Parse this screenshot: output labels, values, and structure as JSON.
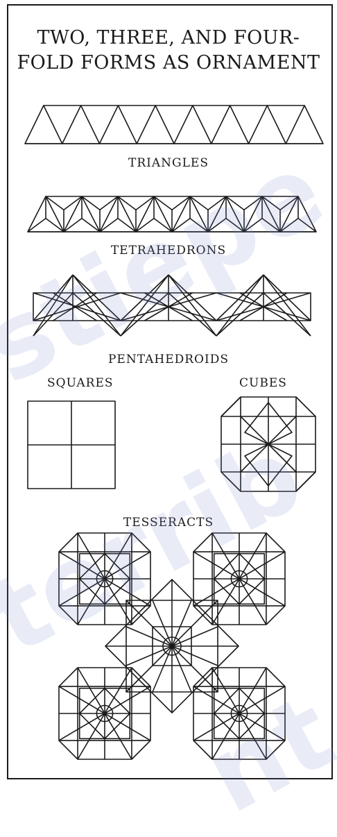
{
  "title": {
    "line1": "TWO, THREE, AND FOUR-",
    "line2": "FOLD FORMS AS ORNAMENT"
  },
  "captions": {
    "triangles": "TRIANGLES",
    "tetrahedrons": "TETRAHEDRONS",
    "pentahedroids": "PENTAHEDROIDS",
    "squares": "SQUARES",
    "cubes": "CUBES",
    "tesseracts": "TESSERACTS"
  },
  "watermark": {
    "line1": "stiepe",
    "line2": "terrib",
    "line3": "nt"
  },
  "colors": {
    "ink": "#1a1a1a",
    "paper": "#ffffff",
    "watermark": "#7887cd"
  }
}
